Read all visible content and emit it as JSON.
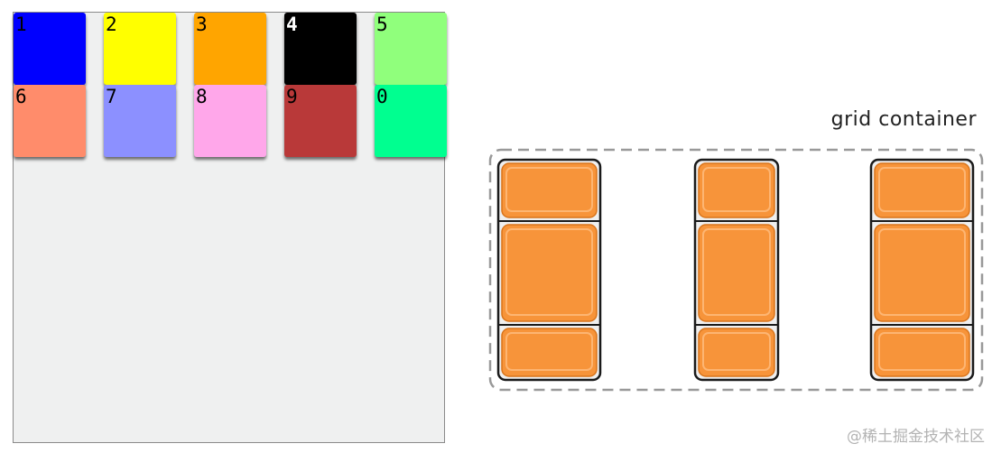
{
  "grid_items": [
    {
      "label": "1",
      "color": "#0000ff",
      "text_color": "#000000"
    },
    {
      "label": "2",
      "color": "#ffff00",
      "text_color": "#000000"
    },
    {
      "label": "3",
      "color": "#ffa500",
      "text_color": "#000000"
    },
    {
      "label": "4",
      "color": "#000000",
      "text_color": "#ffffff"
    },
    {
      "label": "5",
      "color": "#90ff7c",
      "text_color": "#000000"
    },
    {
      "label": "6",
      "color": "#ff8c6b",
      "text_color": "#000000"
    },
    {
      "label": "7",
      "color": "#8c90ff",
      "text_color": "#000000"
    },
    {
      "label": "8",
      "color": "#ffa7ea",
      "text_color": "#000000"
    },
    {
      "label": "9",
      "color": "#b93939",
      "text_color": "#000000"
    },
    {
      "label": "0",
      "color": "#00ff90",
      "text_color": "#000000"
    }
  ],
  "illustration": {
    "label": "grid container",
    "item_color": "#f7943a",
    "columns": 3,
    "rows": 3
  },
  "watermark": "@稀土掘金技术社区"
}
